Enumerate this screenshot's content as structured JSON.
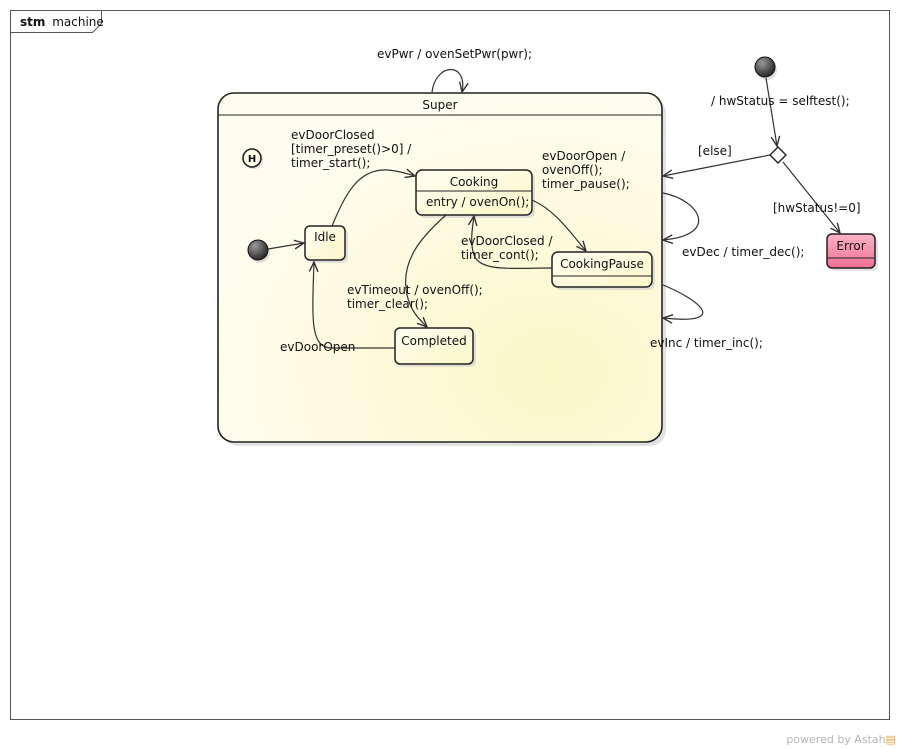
{
  "frame": {
    "kind": "stm",
    "name": "machine"
  },
  "states": {
    "super": {
      "name": "Super"
    },
    "idle": {
      "name": "Idle"
    },
    "cooking": {
      "name": "Cooking",
      "entry": "entry / ovenOn();"
    },
    "cooking_pause": {
      "name": "CookingPause"
    },
    "completed": {
      "name": "Completed"
    },
    "error": {
      "name": "Error"
    }
  },
  "pseudostates": {
    "history": "H"
  },
  "transitions": {
    "ev_pwr": "evPwr / ovenSetPwr(pwr);",
    "selftest": "/   hwStatus = selftest();",
    "else_guard": "[else]",
    "hwstatus_guard": "[hwStatus!=0]",
    "ev_dec": "evDec / timer_dec();",
    "ev_inc": "evInc / timer_inc();",
    "door_closed_start": [
      "evDoorClosed",
      "[timer_preset()>0] /",
      "timer_start();"
    ],
    "door_open_pause": [
      "evDoorOpen /",
      "ovenOff();",
      "timer_pause();"
    ],
    "door_closed_cont": [
      "evDoorClosed /",
      "timer_cont();"
    ],
    "timeout": [
      "evTimeout / ovenOff();",
      "timer_clear();"
    ],
    "door_open_idle": "evDoorOpen"
  },
  "footer": {
    "powered_by": "powered by Astah"
  },
  "colors": {
    "super_fill": "#fdfbe0",
    "state_fill": "#fffde4",
    "error_fill": "#f06e92",
    "error_fill_light": "#fbb3c6",
    "initial_fill": "#444444"
  }
}
